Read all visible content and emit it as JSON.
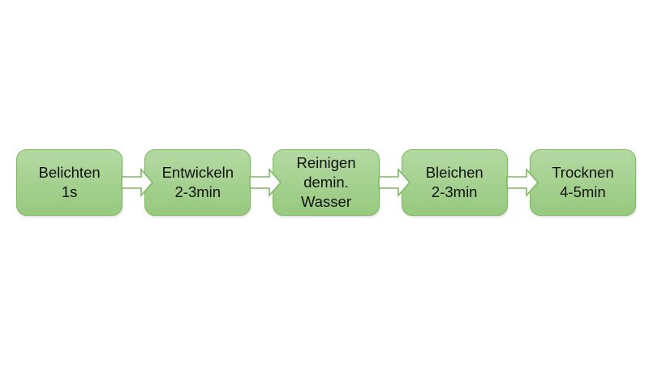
{
  "diagram": {
    "type": "process-flowchart",
    "steps": [
      {
        "id": "belichten",
        "lines": [
          "Belichten",
          "1s"
        ]
      },
      {
        "id": "entwickeln",
        "lines": [
          "Entwickeln",
          "2-3min"
        ]
      },
      {
        "id": "reinigen",
        "lines": [
          "Reinigen",
          "demin.",
          "Wasser"
        ]
      },
      {
        "id": "bleichen",
        "lines": [
          "Bleichen",
          "2-3min"
        ]
      },
      {
        "id": "trocknen",
        "lines": [
          "Trocknen",
          "4-5min"
        ]
      }
    ],
    "connector": "right-block-arrow",
    "colors": {
      "box-fill-top": "#b4d9a3",
      "box-fill-bottom": "#97c97e",
      "box-border": "#7db95f",
      "arrow-fill": "#ffffff",
      "arrow-stroke": "#7db95f",
      "text": "#111111",
      "background": "#ffffff"
    }
  }
}
